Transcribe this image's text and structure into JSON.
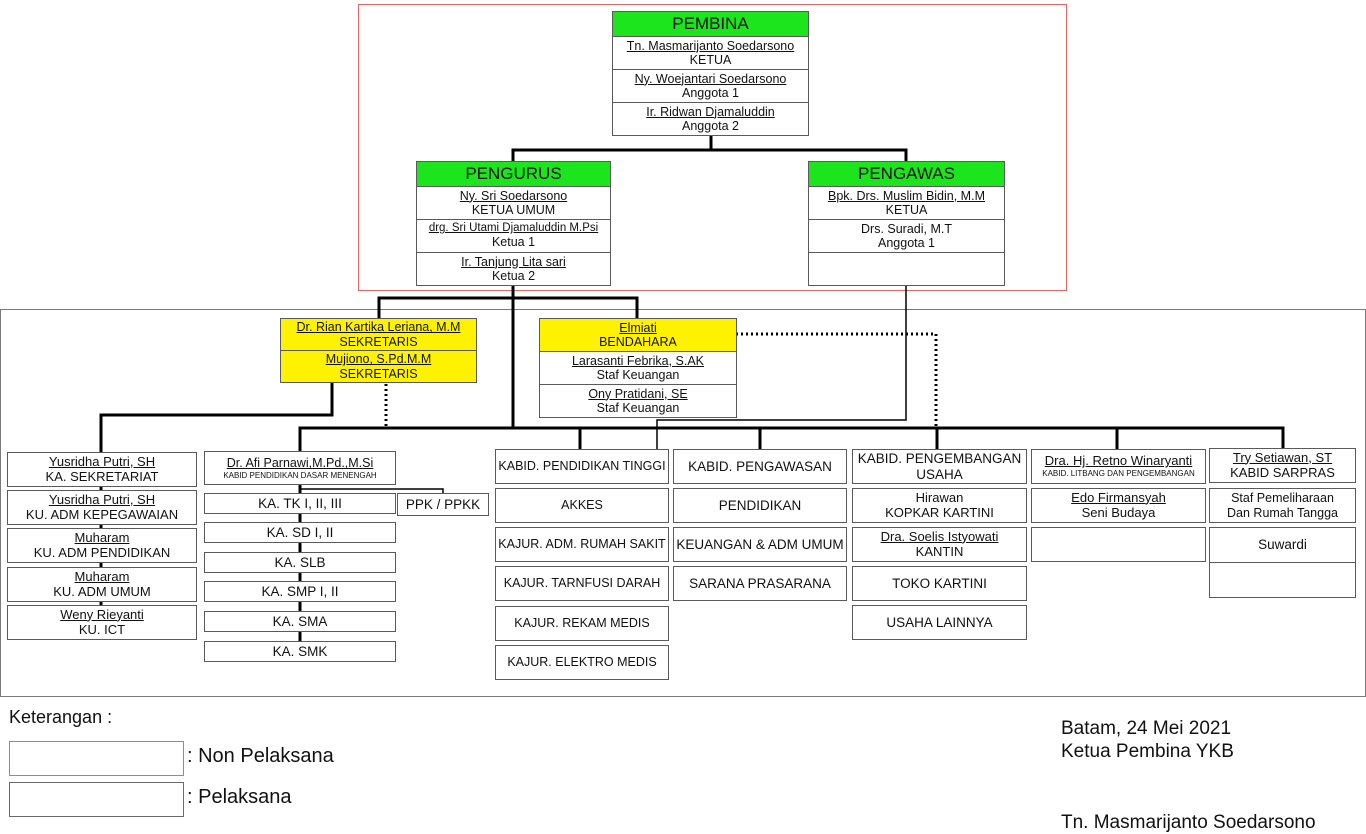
{
  "pembina": {
    "title": "PEMBINA",
    "members": [
      {
        "name": "Tn. Masmarijanto Soedarsono",
        "role": "KETUA"
      },
      {
        "name": "Ny. Woejantari Soedarsono",
        "role": "Anggota 1"
      },
      {
        "name": "Ir. Ridwan Djamaluddin",
        "role": "Anggota 2"
      }
    ]
  },
  "pengurus": {
    "title": "PENGURUS",
    "members": [
      {
        "name": "Ny. Sri Soedarsono",
        "role": "KETUA UMUM"
      },
      {
        "name": "drg. Sri Utami Djamaluddin M.Psi",
        "role": "Ketua 1"
      },
      {
        "name": "Ir. Tanjung Lita sari",
        "role": "Ketua 2"
      }
    ]
  },
  "pengawas": {
    "title": "PENGAWAS",
    "members": [
      {
        "name": "Bpk. Drs. Muslim Bidin, M.M",
        "role": "KETUA"
      },
      {
        "name": "Drs. Suradi, M.T",
        "role": "Anggota 1"
      },
      {
        "name": "",
        "role": ""
      }
    ]
  },
  "sekretaris": [
    {
      "name": "Dr. Rian Kartika Leriana, M.M",
      "role": "SEKRETARIS"
    },
    {
      "name": "Mujiono, S.Pd.M.M",
      "role": "SEKRETARIS"
    }
  ],
  "bendahara": [
    {
      "name": "Elmiati",
      "role": "BENDAHARA"
    },
    {
      "name": "Larasanti Febrika, S.AK",
      "role": "Staf Keuangan"
    },
    {
      "name": "Ony Pratidani, SE",
      "role": "Staf Keuangan"
    }
  ],
  "sekretariat": [
    {
      "name": "Yusridha Putri, SH",
      "role": "KA. SEKRETARIAT"
    },
    {
      "name": "Yusridha Putri, SH",
      "role": "KU. ADM KEPEGAWAIAN"
    },
    {
      "name": "Muharam",
      "role": "KU. ADM PENDIDIKAN"
    },
    {
      "name": "Muharam",
      "role": "KU. ADM UMUM"
    },
    {
      "name": "Weny Rieyanti",
      "role": "KU. ICT"
    }
  ],
  "dikdasmen": {
    "head": {
      "name": "Dr. Afi Parnawi,M.Pd.,M.Si",
      "role": "KABID PENDIDIKAN DASAR MENENGAH"
    },
    "units": [
      "KA. TK I, II, III",
      "KA. SD I, II",
      "KA. SLB",
      "KA. SMP I, II",
      "KA. SMA",
      "KA. SMK"
    ],
    "side": "PPK / PPKK"
  },
  "dikti": {
    "head": "KABID. PENDIDIKAN TINGGI",
    "units": [
      "AKKES",
      "KAJUR. ADM. RUMAH SAKIT",
      "KAJUR. TARNFUSI DARAH",
      "KAJUR. REKAM MEDIS",
      "KAJUR. ELEKTRO MEDIS"
    ]
  },
  "pengawasan": {
    "head": "KABID. PENGAWASAN",
    "units": [
      "PENDIDIKAN",
      "KEUANGAN & ADM UMUM",
      "SARANA PRASARANA"
    ]
  },
  "usaha": {
    "head": [
      "KABID. PENGEMBANGAN",
      "USAHA"
    ],
    "units": [
      {
        "name": "Hirawan",
        "role": "KOPKAR KARTINI"
      },
      {
        "name": "Dra. Soelis Istyowati",
        "role": "KANTIN"
      },
      {
        "name": "TOKO KARTINI",
        "role": ""
      },
      {
        "name": "USAHA LAINNYA",
        "role": ""
      }
    ]
  },
  "litbang": {
    "head": {
      "name": "Dra. Hj. Retno Winaryanti",
      "role": "KABID. LITBANG DAN PENGEMBANGAN"
    },
    "units": [
      {
        "name": "Edo Firmansyah",
        "role": "Seni Budaya"
      },
      {
        "name": "",
        "role": ""
      }
    ]
  },
  "sarpras": {
    "head": {
      "name": "Try Setiawan, ST",
      "role": "KABID SARPRAS"
    },
    "units": [
      {
        "line1": "Staf Pemeliharaan",
        "line2": "Dan Rumah Tangga"
      },
      {
        "line1": "Suwardi",
        "line2": ""
      },
      {
        "line1": "",
        "line2": ""
      }
    ]
  },
  "legend": {
    "title": "Keterangan :",
    "items": [
      {
        "label": ": Non Pelaksana",
        "color": "#e06a6a"
      },
      {
        "label": ": Pelaksana",
        "color": "#7a7a7a"
      }
    ]
  },
  "signature": {
    "place_date": "Batam, 24 Mei 2021",
    "position": "Ketua Pembina YKB",
    "name": "Tn. Masmarijanto Soedarsono"
  },
  "colors": {
    "header_green": "#1de51d",
    "highlight_yellow": "#fff200",
    "non_pelaksana": "#e06a6a",
    "pelaksana": "#7a7a7a"
  }
}
